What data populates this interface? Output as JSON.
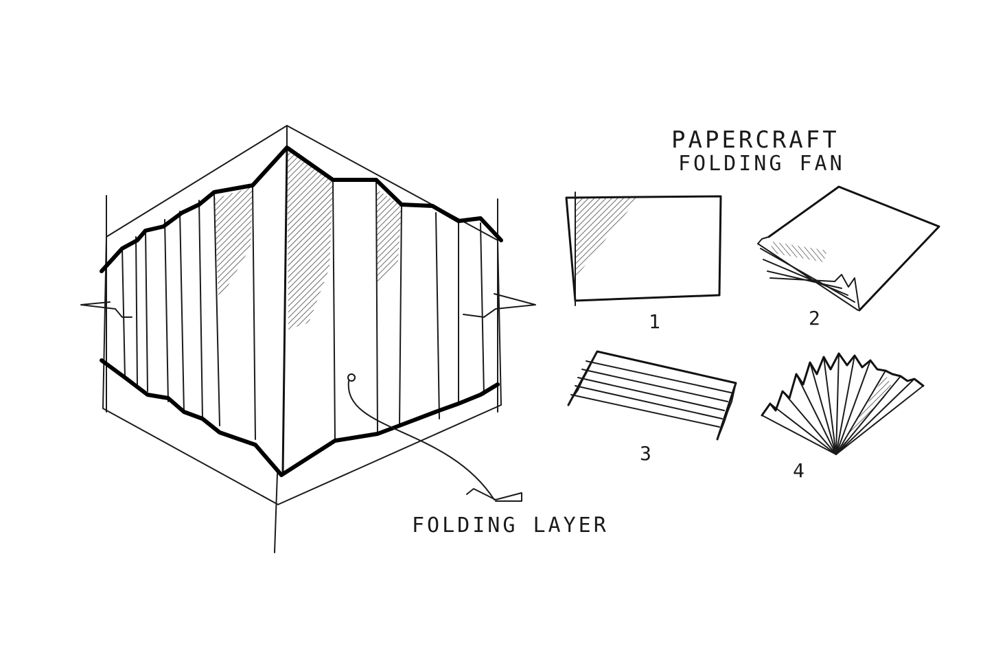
{
  "title_line1": "PAPERCRAFT",
  "title_line2": "FOLDING FAN",
  "step_labels": [
    "1",
    "2",
    "3",
    "4"
  ],
  "callout": "FOLDING LAYER",
  "colors": {
    "ink": "#1a1a1a",
    "paper": "#ffffff",
    "hatch": "#555555"
  }
}
